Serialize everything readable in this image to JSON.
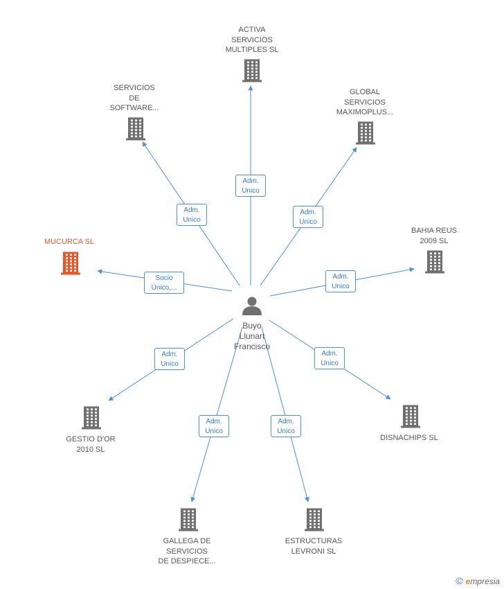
{
  "center": {
    "name": [
      "Buyo",
      "Llunart",
      "Francisco"
    ],
    "icon": "person-icon"
  },
  "nodes": [
    {
      "id": "activa",
      "lines": [
        "ACTIVA",
        "SERVICIOS",
        "MULTIPLES  SL"
      ],
      "edge": [
        "Adm.",
        "Unico"
      ],
      "icon": "building-icon"
    },
    {
      "id": "servicios-software",
      "lines": [
        "SERVICIOS",
        "DE",
        "SOFTWARE..."
      ],
      "edge": [
        "Adm.",
        "Unico"
      ],
      "icon": "building-icon"
    },
    {
      "id": "global",
      "lines": [
        "GLOBAL",
        "SERVICIOS",
        "MAXIMOPLUS..."
      ],
      "edge": [
        "Adm.",
        "Unico"
      ],
      "icon": "building-icon"
    },
    {
      "id": "mucurca",
      "lines": [
        "MUCURCA SL"
      ],
      "edge": [
        "Socio",
        "Único,..."
      ],
      "icon": "building-icon",
      "highlight": true
    },
    {
      "id": "bahia",
      "lines": [
        "BAHIA REUS",
        "2009 SL"
      ],
      "edge": [
        "Adm.",
        "Unico"
      ],
      "icon": "building-icon"
    },
    {
      "id": "gestio",
      "lines": [
        "GESTIO D'OR",
        "2010 SL"
      ],
      "edge": [
        "Adm.",
        "Unico"
      ],
      "icon": "building-icon"
    },
    {
      "id": "disnachips",
      "lines": [
        "DISNACHIPS SL"
      ],
      "edge": [
        "Adm.",
        "Unico"
      ],
      "icon": "building-icon"
    },
    {
      "id": "gallega",
      "lines": [
        "GALLEGA DE",
        "SERVICIOS",
        "DE DESPIECE..."
      ],
      "edge": [
        "Adm.",
        "Unico"
      ],
      "icon": "building-icon"
    },
    {
      "id": "estructuras",
      "lines": [
        "ESTRUCTURAS",
        "LEVRONI SL"
      ],
      "edge": [
        "Adm.",
        "Unico"
      ],
      "icon": "building-icon"
    }
  ],
  "colors": {
    "edge": "#4a90d9",
    "building": "#707070",
    "highlight": "#e8572a",
    "person": "#707070"
  },
  "footer": {
    "copyright": "©",
    "brand_first": "e",
    "brand_rest": "mpresia"
  }
}
